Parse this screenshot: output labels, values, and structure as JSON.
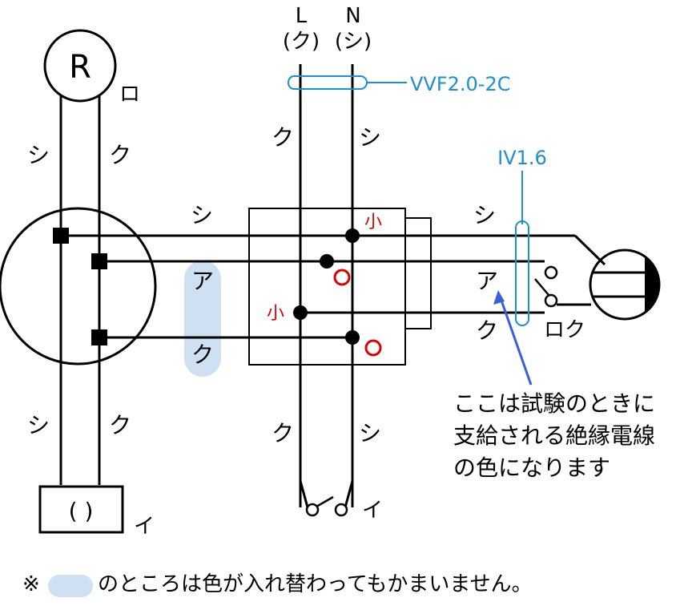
{
  "supply": {
    "line_label": "L",
    "neutral_label": "N",
    "line_color": "(ク)",
    "neutral_color": "(シ)"
  },
  "cable_vvf": "VVF2.0-2C",
  "cable_iv": "IV1.6",
  "lamp_r": {
    "symbol": "R",
    "tag": "ロ"
  },
  "outlet": {
    "text": "(  )",
    "tag": "イ"
  },
  "switch_tags": {
    "bottom": "イ",
    "right": "ロク"
  },
  "wire_colors": {
    "supply_left": "ク",
    "supply_right": "シ",
    "lamp_left": "シ",
    "lamp_right": "ク",
    "outlet_left": "シ",
    "outlet_right": "ク",
    "switch_left": "ク",
    "switch_right": "シ",
    "mid_top": "シ",
    "mid_a": "ア",
    "mid_k": "ク",
    "right_top": "シ",
    "right_a": "ア",
    "right_k": "ク"
  },
  "connectors": {
    "small_top": "小",
    "small_mid": "小"
  },
  "annotation_lines": [
    "ここは試験のときに",
    "支給される絶縁電線",
    "の色になります"
  ],
  "footnote": {
    "prefix": "※",
    "text": "のところは色が入れ替わってもかまいません。"
  },
  "colors": {
    "wire": "#000000",
    "cable_mark": "#1b8fd1",
    "connector_mark": "#e00000",
    "arrow": "#3a5fd9",
    "highlight": "#cfe0f3"
  }
}
